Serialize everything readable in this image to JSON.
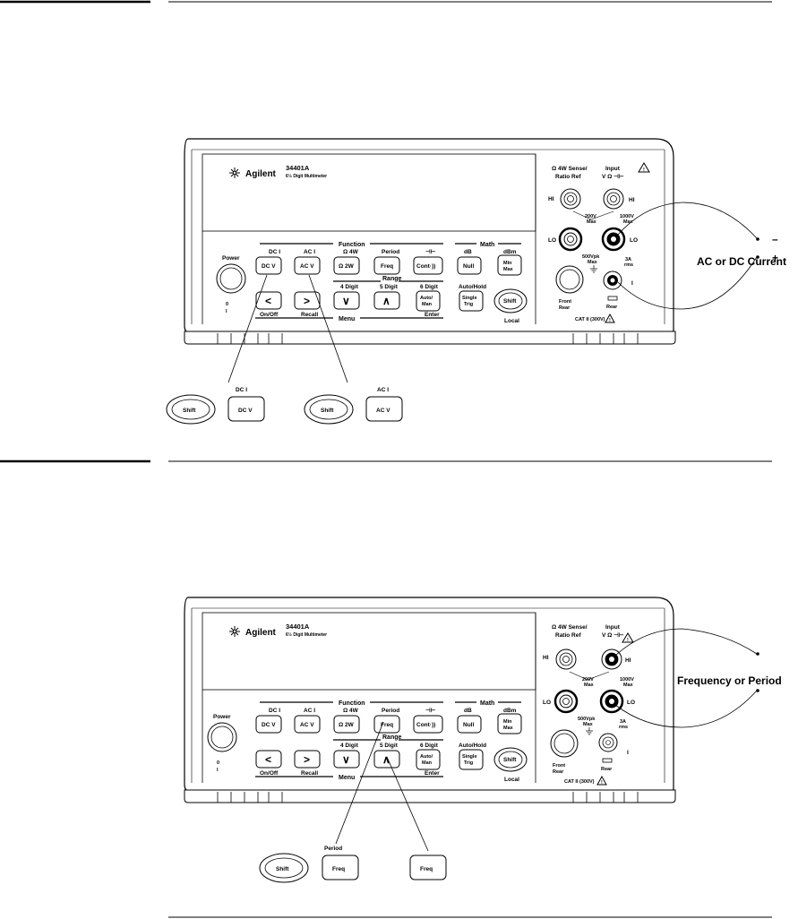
{
  "panels": [
    {
      "id": "p1",
      "brand": "Agilent",
      "model": "34401A",
      "model_sub": "6½ Digit Multimeter",
      "power": "Power",
      "power_on": "0",
      "power_off": "I",
      "function_header": "Function",
      "math_header": "Math",
      "range_header": "Range",
      "menu_header": "Menu",
      "top_labels": [
        "DC I",
        "AC I",
        "Ω 4W",
        "Period",
        "⊣⊢",
        "dB",
        "dBm"
      ],
      "keys_row1": [
        "DC V",
        "AC V",
        "Ω 2W",
        "Freq",
        "Cont·))",
        "Null",
        "Min Max"
      ],
      "mid_labels": [
        "4 Digit",
        "5 Digit",
        "6 Digit",
        "Auto/Hold"
      ],
      "keys_row2": [
        "<",
        ">",
        "∨",
        "∧",
        "Auto/ Man",
        "Single Trig",
        "Shift"
      ],
      "bottom_labels": [
        "On/Off",
        "Recall",
        "Enter",
        "Local"
      ],
      "sense_label": "Ω 4W Sense/ Ratio Ref",
      "input_label": "Input V Ω ⊣⊢",
      "hi": "HI",
      "lo": "LO",
      "v200": "200V Max",
      "v1000": "1000V Max",
      "v500": "500Vpk Max",
      "a3": "3A rms",
      "i": "I",
      "front_rear": "Front Rear",
      "rear": "Rear",
      "cat": "CAT II (300V)",
      "wire_label": "AC or DC Current",
      "minus": "–",
      "plus": "+",
      "shortcuts": [
        {
          "above": "DC I",
          "shift": "Shift",
          "key": "DC V"
        },
        {
          "above": "AC I",
          "shift": "Shift",
          "key": "AC V"
        }
      ]
    },
    {
      "id": "p2",
      "brand": "Agilent",
      "model": "34401A",
      "model_sub": "6½ Digit Multimeter",
      "power": "Power",
      "power_on": "0",
      "power_off": "I",
      "function_header": "Function",
      "math_header": "Math",
      "range_header": "Range",
      "menu_header": "Menu",
      "top_labels": [
        "DC I",
        "AC I",
        "Ω 4W",
        "Period",
        "⊣⊢",
        "dB",
        "dBm"
      ],
      "keys_row1": [
        "DC V",
        "AC V",
        "Ω 2W",
        "Freq",
        "Cont·))",
        "Null",
        "Min Max"
      ],
      "mid_labels": [
        "4 Digit",
        "5 Digit",
        "6 Digit",
        "Auto/Hold"
      ],
      "keys_row2": [
        "<",
        ">",
        "∨",
        "∧",
        "Auto/ Man",
        "Single Trig",
        "Shift"
      ],
      "bottom_labels": [
        "On/Off",
        "Recall",
        "Enter",
        "Local"
      ],
      "sense_label": "Ω 4W Sense/ Ratio Ref",
      "input_label": "Input V Ω ⊣⊢",
      "hi": "HI",
      "lo": "LO",
      "v200": "200V Max",
      "v1000": "1000V Max",
      "v500": "500Vpk Max",
      "a3": "3A rms",
      "i": "I",
      "front_rear": "Front Rear",
      "rear": "Rear",
      "cat": "CAT II (300V)",
      "wire_label": "Frequency or Period",
      "shortcuts_p2": {
        "above": "Period",
        "shift": "Shift",
        "key": "Freq",
        "key2": "Freq"
      }
    }
  ]
}
